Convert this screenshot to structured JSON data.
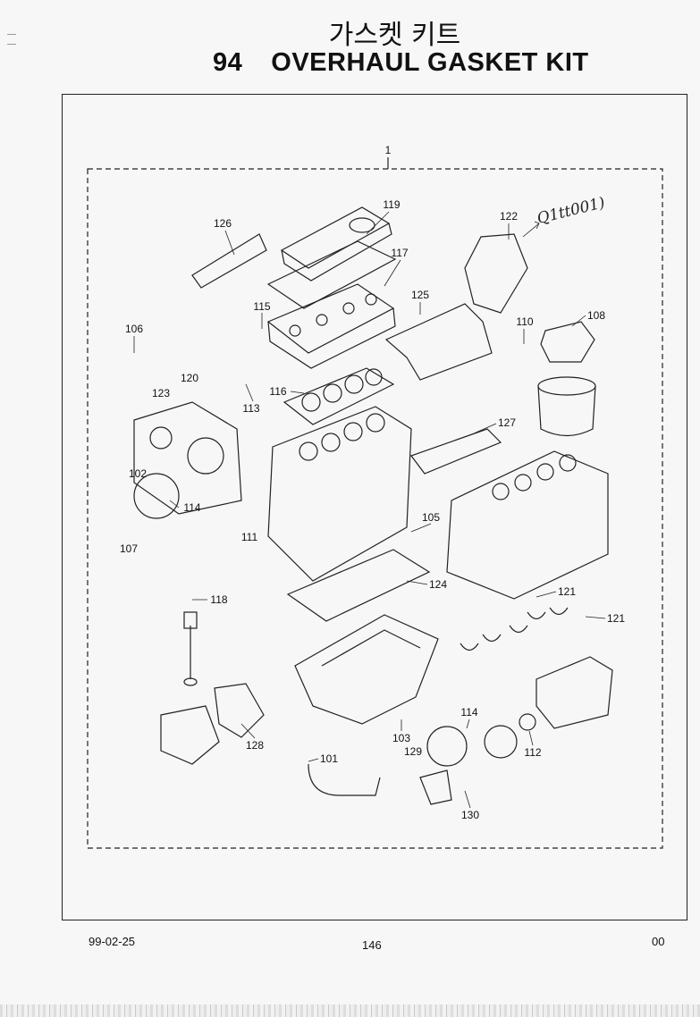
{
  "header": {
    "title_korean": "가스켓 키트",
    "section_number": "94",
    "title": "OVERHAUL GASKET KIT"
  },
  "handwritten_note": "Q1tt001)",
  "callouts": [
    "1",
    "119",
    "126",
    "122",
    "117",
    "125",
    "115",
    "110",
    "108",
    "106",
    "120",
    "123",
    "116",
    "113",
    "127",
    "102",
    "105",
    "114",
    "107",
    "111",
    "124",
    "121",
    "121",
    "118",
    "114",
    "128",
    "103",
    "129",
    "112",
    "101",
    "130"
  ],
  "footer": {
    "date": "99-02-25",
    "page_number": "146",
    "revision": "00"
  }
}
